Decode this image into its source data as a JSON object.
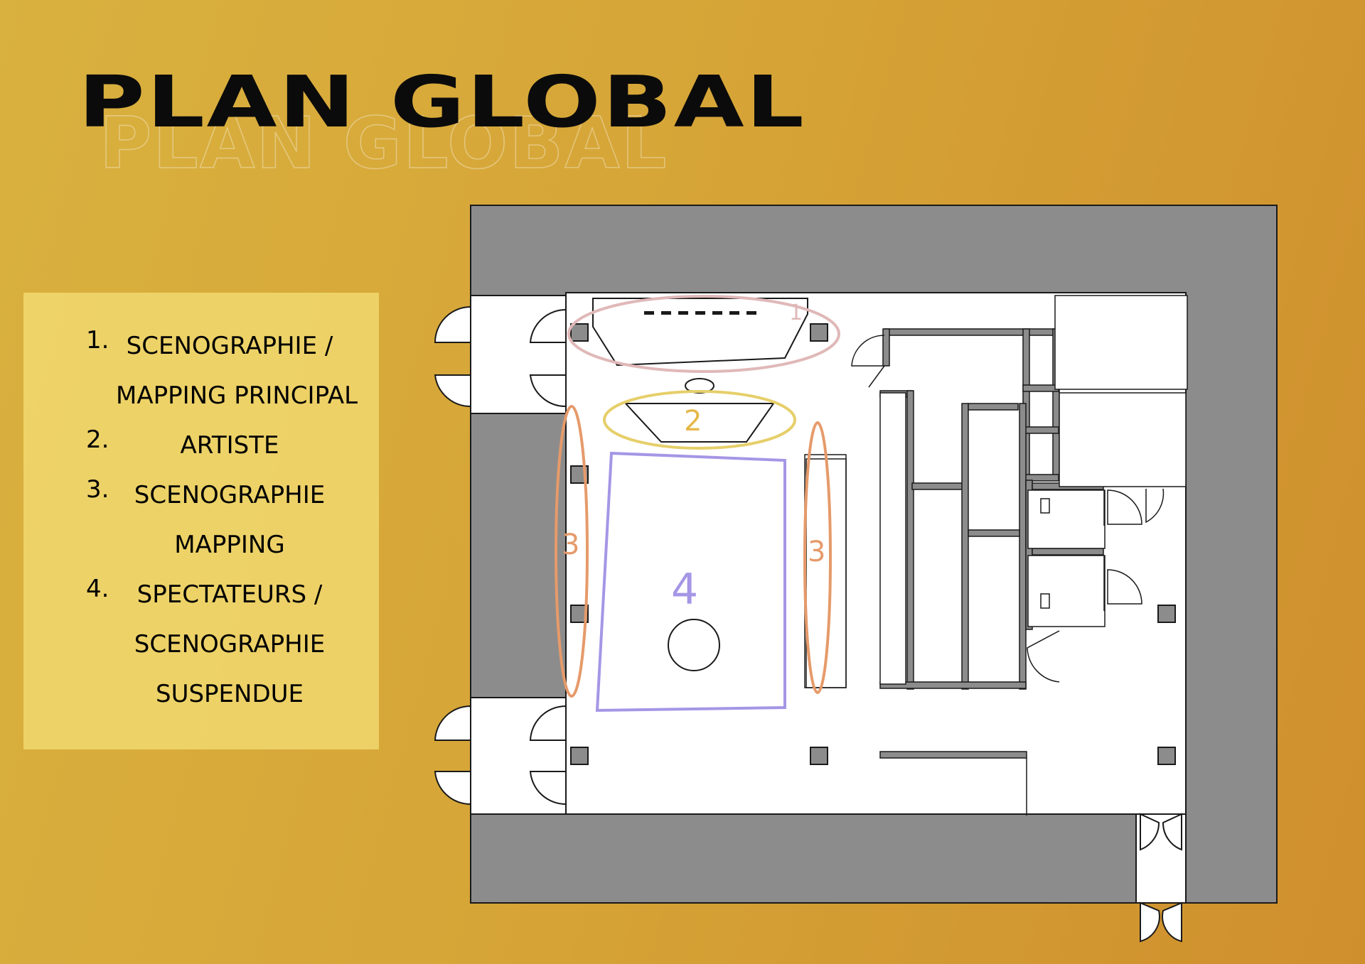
{
  "title": "PLAN GLOBAL",
  "legend": {
    "items": [
      {
        "num": "1.",
        "lines": [
          "SCENOGRAPHIE /",
          "MAPPING  PRINCIPAL"
        ]
      },
      {
        "num": "2.",
        "lines": [
          "ARTISTE"
        ]
      },
      {
        "num": "3.",
        "lines": [
          "SCENOGRAPHIE",
          "MAPPING"
        ]
      },
      {
        "num": "4.",
        "lines": [
          "SPECTATEURS /",
          "SCENOGRAPHIE",
          "SUSPENDUE"
        ]
      }
    ]
  },
  "zones": {
    "z1": "1",
    "z2": "2",
    "z3_left": "3",
    "z3_right": "3",
    "z4": "4"
  },
  "colors": {
    "wall": "#8c8c8c",
    "floor": "#ffffff",
    "zone1": "#e0b8b8",
    "zone2": "#e6cf6a",
    "zone3": "#e69a6a",
    "zone4": "#a596e6"
  }
}
